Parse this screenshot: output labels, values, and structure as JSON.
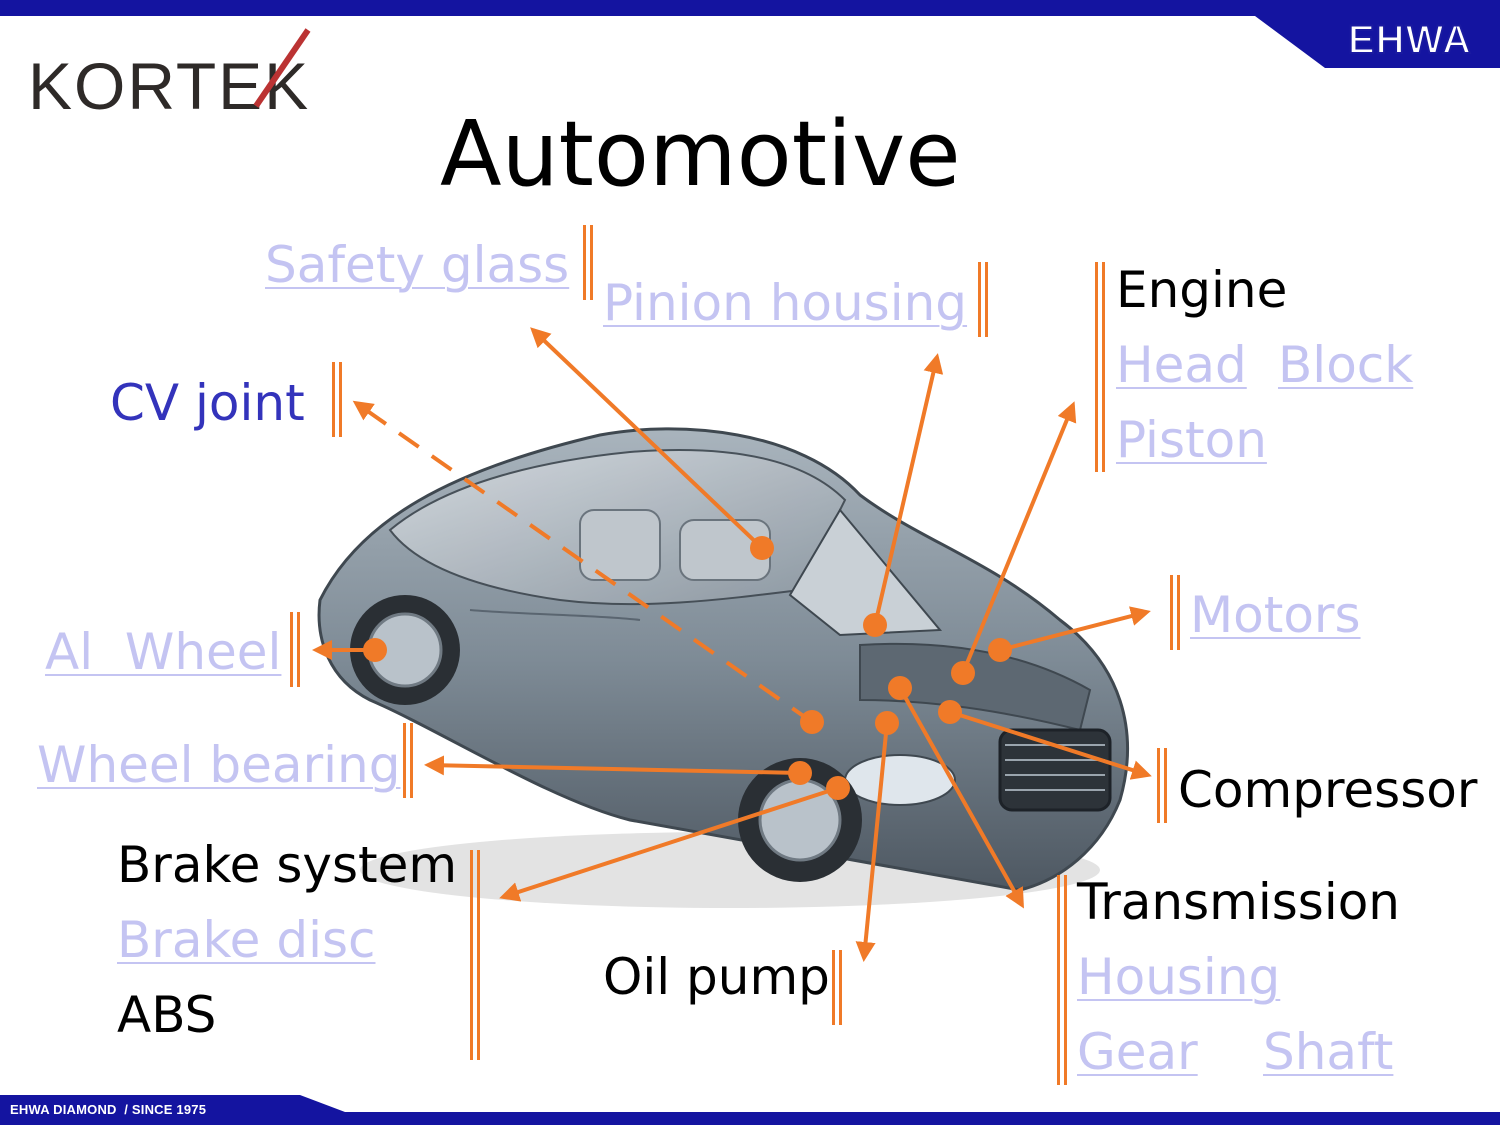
{
  "brand": {
    "left_logo": "KORTEK",
    "right_logo": "EHWA",
    "footer": "EHWA DIAMOND  / SINCE 1975"
  },
  "title": "Automotive",
  "colors": {
    "accent": "#f07a28",
    "band": "#1414a0",
    "link": "#c4c4f2",
    "cv": "#3333bb"
  },
  "labels": {
    "safety_glass": "Safety glass",
    "pinion_housing": "Pinion housing",
    "cv_joint": "CV joint",
    "engine": "Engine",
    "head": "Head",
    "block": "Block",
    "piston": "Piston",
    "motors": "Motors",
    "al_wheel": "Al  Wheel",
    "wheel_bearing": "Wheel bearing",
    "compressor": "Compressor",
    "brake_system": "Brake system",
    "brake_disc": "Brake disc",
    "abs": "ABS",
    "oil_pump": "Oil pump",
    "transmission": "Transmission",
    "housing": "Housing",
    "gear": "Gear",
    "shaft": "Shaft"
  }
}
